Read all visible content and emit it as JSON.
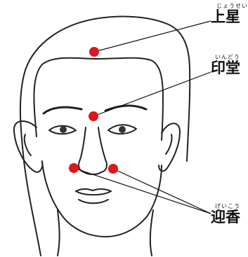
{
  "acupoints": [
    {
      "id": "jousei",
      "ruby": "じょうせい",
      "name": "上星"
    },
    {
      "id": "indou",
      "ruby": "いんどう",
      "name": "印堂"
    },
    {
      "id": "geikou",
      "ruby": "げいこう",
      "name": "迎香"
    }
  ],
  "colors": {
    "point": "#e0141c",
    "line": "#111111"
  }
}
